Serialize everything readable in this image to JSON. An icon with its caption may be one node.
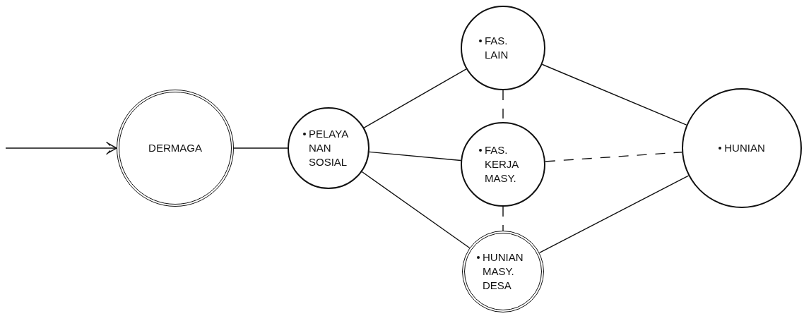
{
  "diagram": {
    "nodes": [
      {
        "text": [
          "DERMAGA"
        ]
      },
      {
        "text": [
          "PELAYA NAN SOSIAL"
        ]
      },
      {
        "text": [
          "FAS. LAIN"
        ]
      },
      {
        "text": [
          "FAS. KERJA MASY."
        ]
      },
      {
        "text": [
          "HUNIAN MASY. DESA"
        ]
      },
      {
        "text": [
          "HUNIAN"
        ]
      }
    ],
    "edges": [
      {
        "from": null,
        "to": 0,
        "arrow": "to"
      },
      {
        "from": 0,
        "to": 1,
        "arrow": "none"
      },
      {
        "from": 1,
        "to": 2,
        "arrow": "none"
      },
      {
        "from": 1,
        "to": 3,
        "arrow": "none"
      },
      {
        "from": 1,
        "to": 4,
        "arrow": "none"
      },
      {
        "from": 2,
        "to": 3,
        "arrow": "none",
        "style": "dashed"
      },
      {
        "from": 3,
        "to": 4,
        "arrow": "none",
        "style": "dashed"
      },
      {
        "from": 2,
        "to": 5,
        "arrow": "none"
      },
      {
        "from": 3,
        "to": 5,
        "arrow": "none",
        "style": "dashed"
      },
      {
        "from": 4,
        "to": 5,
        "arrow": "none"
      }
    ]
  }
}
